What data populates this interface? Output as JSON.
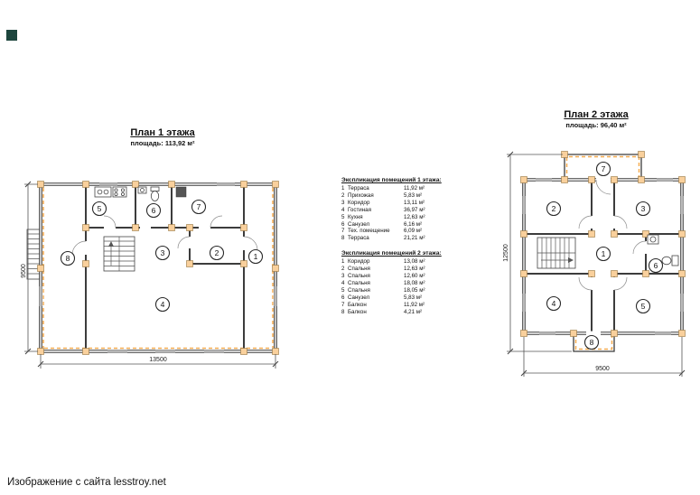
{
  "page": {
    "credit": "Изображение с сайта lesstroy.net"
  },
  "plan1": {
    "title": "План 1 этажа",
    "area_label": "площадь: 113,92 м²",
    "dim_width": "13500",
    "dim_height": "9500",
    "rooms": [
      "1",
      "2",
      "3",
      "4",
      "5",
      "6",
      "7",
      "8"
    ]
  },
  "plan2": {
    "title": "План 2 этажа",
    "area_label": "площадь: 96,40 м²",
    "dim_width": "9500",
    "dim_height": "12500",
    "rooms": [
      "1",
      "2",
      "3",
      "4",
      "5",
      "6",
      "7",
      "8"
    ]
  },
  "legend_floor1": {
    "title": "Экспликация помещений 1 этажа:",
    "rows": [
      {
        "n": "1",
        "name": "Терраса",
        "area": "11,92 м²"
      },
      {
        "n": "2",
        "name": "Прихожая",
        "area": "5,83 м²"
      },
      {
        "n": "3",
        "name": "Коридор",
        "area": "13,11 м²"
      },
      {
        "n": "4",
        "name": "Гостиная",
        "area": "36,97 м²"
      },
      {
        "n": "5",
        "name": "Кухня",
        "area": "12,63 м²"
      },
      {
        "n": "6",
        "name": "Санузел",
        "area": "6,16 м²"
      },
      {
        "n": "7",
        "name": "Тех. помещение",
        "area": "6,09 м²"
      },
      {
        "n": "8",
        "name": "Терраса",
        "area": "21,21 м²"
      }
    ]
  },
  "legend_floor2": {
    "title": "Экспликация помещений 2 этажа:",
    "rows": [
      {
        "n": "1",
        "name": "Коридор",
        "area": "13,08 м²"
      },
      {
        "n": "2",
        "name": "Спальня",
        "area": "12,63 м²"
      },
      {
        "n": "3",
        "name": "Спальня",
        "area": "12,60 м²"
      },
      {
        "n": "4",
        "name": "Спальня",
        "area": "18,08 м²"
      },
      {
        "n": "5",
        "name": "Спальня",
        "area": "18,05 м²"
      },
      {
        "n": "6",
        "name": "Санузел",
        "area": "5,83 м²"
      },
      {
        "n": "7",
        "name": "Балкон",
        "area": "11,92 м²"
      },
      {
        "n": "8",
        "name": "Балкон",
        "area": "4,21 м²"
      }
    ]
  }
}
